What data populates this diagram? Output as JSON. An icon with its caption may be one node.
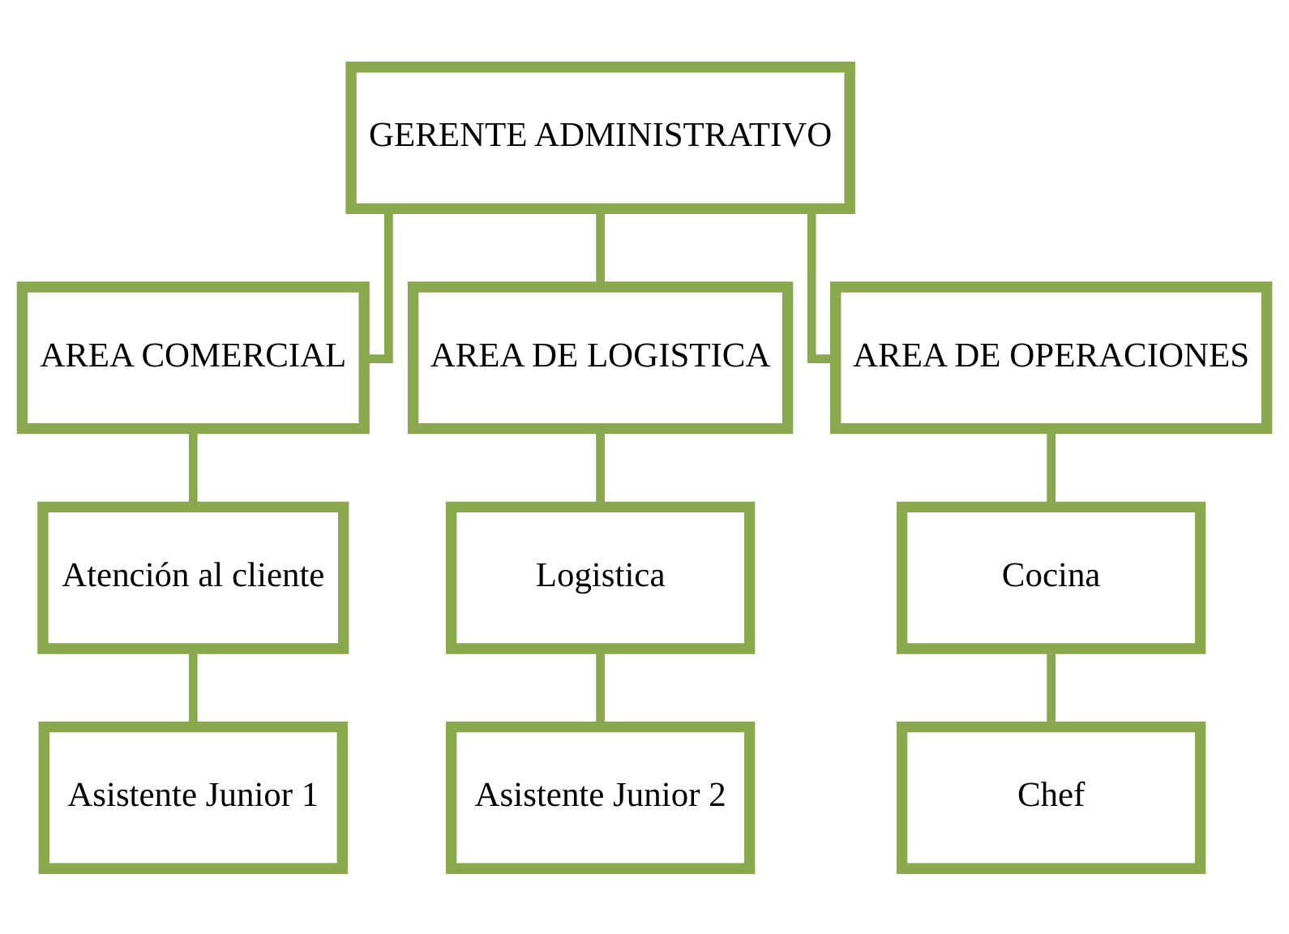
{
  "diagram": {
    "nodes": [
      {
        "text": [
          "GERENTE ADMINISTRATIVO"
        ]
      },
      {
        "text": [
          "AREA COMERCIAL"
        ]
      },
      {
        "text": [
          "AREA DE LOGISTICA"
        ]
      },
      {
        "text": [
          "AREA DE OPERACIONES"
        ]
      },
      {
        "text": [
          "Atención al cliente"
        ]
      },
      {
        "text": [
          "Logistica"
        ]
      },
      {
        "text": [
          "Cocina"
        ]
      },
      {
        "text": [
          "Asistente Junior 1"
        ]
      },
      {
        "text": [
          "Asistente Junior 2"
        ]
      },
      {
        "text": [
          "Chef"
        ]
      }
    ],
    "edges": [
      {
        "from": 0,
        "to": 1,
        "arrow": "none"
      },
      {
        "from": 0,
        "to": 2,
        "arrow": "none"
      },
      {
        "from": 0,
        "to": 3,
        "arrow": "none"
      },
      {
        "from": 1,
        "to": 4,
        "arrow": "none"
      },
      {
        "from": 2,
        "to": 5,
        "arrow": "none"
      },
      {
        "from": 3,
        "to": 6,
        "arrow": "none"
      },
      {
        "from": 4,
        "to": 7,
        "arrow": "none"
      },
      {
        "from": 5,
        "to": 8,
        "arrow": "none"
      },
      {
        "from": 6,
        "to": 9,
        "arrow": "none"
      }
    ]
  }
}
